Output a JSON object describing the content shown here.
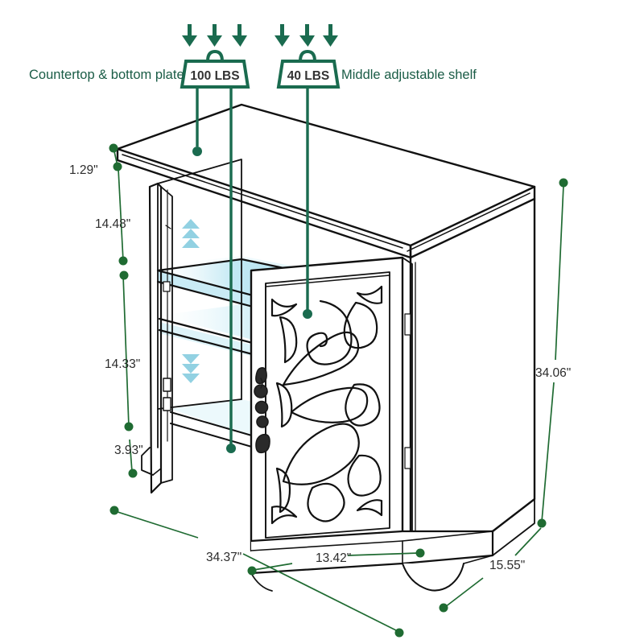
{
  "diagram": {
    "title": "Storage cabinet dimension and weight capacity diagram",
    "colors": {
      "accent_green": "#1a6b4f",
      "dim_green": "#1f6b32",
      "outline_black": "#111111",
      "glass_blue": "#aee3f0",
      "glass_blue_light": "#d6f1f8",
      "handle_dark": "#1a1a1a",
      "background": "#ffffff"
    },
    "load_callouts": [
      {
        "id": "countertop-load",
        "label": "Countertop & bottom plate",
        "label_side": "left",
        "value": "100 LBS",
        "arrow_count": 3,
        "leader_count": 2
      },
      {
        "id": "shelf-load",
        "label": "Middle adjustable shelf",
        "label_side": "right",
        "value": "40 LBS",
        "arrow_count": 3,
        "leader_count": 1
      }
    ],
    "dimensions": {
      "left_chain": [
        {
          "id": "dim-top-thickness",
          "value": "1.29\""
        },
        {
          "id": "dim-upper-compartment",
          "value": "14.48\""
        },
        {
          "id": "dim-lower-compartment",
          "value": "14.33\""
        },
        {
          "id": "dim-base-height",
          "value": "3.93\""
        }
      ],
      "right": {
        "id": "dim-total-height",
        "value": "34.06\""
      },
      "bottom": [
        {
          "id": "dim-total-width",
          "value": "34.37\""
        },
        {
          "id": "dim-door-width",
          "value": "13.42\""
        },
        {
          "id": "dim-depth",
          "value": "15.55\""
        }
      ]
    },
    "features": {
      "shelf_adjust_up": "shelf-adjust-up-arrows",
      "shelf_adjust_down": "shelf-adjust-down-arrows",
      "door_pattern": "ornate-fan-carved-panel",
      "door_handle": "ornate-scroll-handle"
    }
  }
}
